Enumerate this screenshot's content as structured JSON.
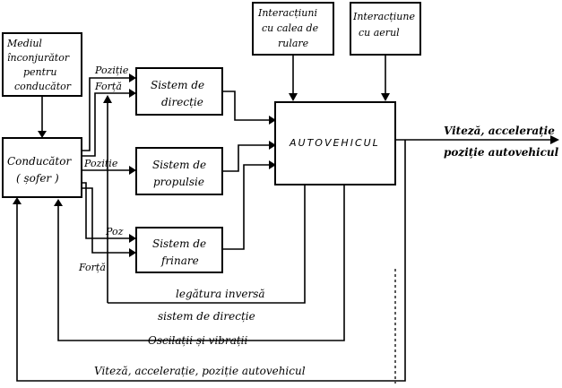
{
  "blocks": {
    "mediul": [
      "Mediul",
      "înconjurător",
      "pentru",
      "conducător"
    ],
    "conducator": [
      "Conducător",
      "( șofer )"
    ],
    "directie": [
      "Sistem de",
      "direcție"
    ],
    "propulsie": [
      "Sistem de",
      "propulsie"
    ],
    "frinare": [
      "Sistem de",
      "frinare"
    ],
    "autovehicul": "AUTOVEHICUL",
    "interactiuni_cale": [
      "Interacțiuni",
      "cu calea de",
      "rulare"
    ],
    "interactiune_aer": [
      "Interacțiune",
      "cu aerul"
    ]
  },
  "signals": {
    "pozitie_directie": "Poziție",
    "forta_directie": "Forță",
    "pozitie_propulsie": "Poziție",
    "poz_frinare": "Poz",
    "forta_frinare": "Forță",
    "iesire_l1": "Viteză, accelerație",
    "iesire_l2": "poziție autovehicul"
  },
  "feedback": {
    "legatura_l1": "legătura inversă",
    "legatura_l2": "sistem de direcție",
    "oscilatii": "Oscilații și vibrații",
    "viteza": "Viteză, accelerație, poziție autovehicul"
  }
}
